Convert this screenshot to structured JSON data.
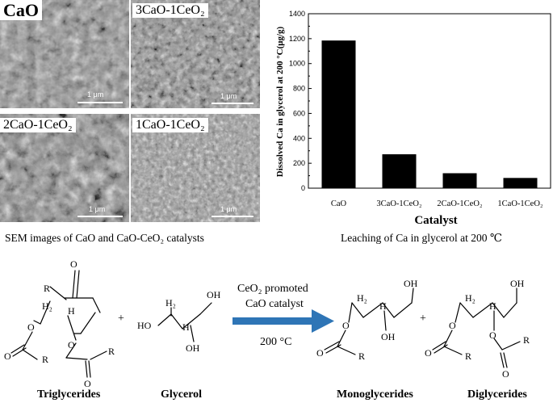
{
  "sem_panels": [
    {
      "label": "CaO",
      "scale": "1 μm"
    },
    {
      "label": "3CaO-1CeO₂",
      "scale": "1 μm"
    },
    {
      "label": "2CaO-1CeO₂",
      "scale": "1 μm"
    },
    {
      "label": "1CaO-1CeO₂",
      "scale": "1 μm"
    }
  ],
  "sem_caption": "SEM images of CaO and CaO-CeO₂ catalysts",
  "chart_caption": "Leaching of Ca in glycerol at 200 ℃",
  "chart_data": {
    "type": "bar",
    "categories": [
      "CaO",
      "3CaO-1CeO₂",
      "2CaO-1CeO₂",
      "1CaO-1CeO₂"
    ],
    "values": [
      1185,
      272,
      120,
      82
    ],
    "xlabel": "Catalyst",
    "ylabel": "Dissolved Ca in glycerol at 200 °C(μg/g)",
    "ylim": [
      0,
      1400
    ],
    "yticks": [
      0,
      200,
      400,
      600,
      800,
      1000,
      1200,
      1400
    ],
    "grid": false
  },
  "reaction": {
    "condition_line1": "CeO₂ promoted",
    "condition_line2": "CaO catalyst",
    "temperature": "200 °C",
    "plus": "+",
    "names": [
      "Triglycerides",
      "Glycerol",
      "Monoglycerides",
      "Diglycerides"
    ],
    "colors": {
      "arrow": "#2e75b6"
    }
  }
}
